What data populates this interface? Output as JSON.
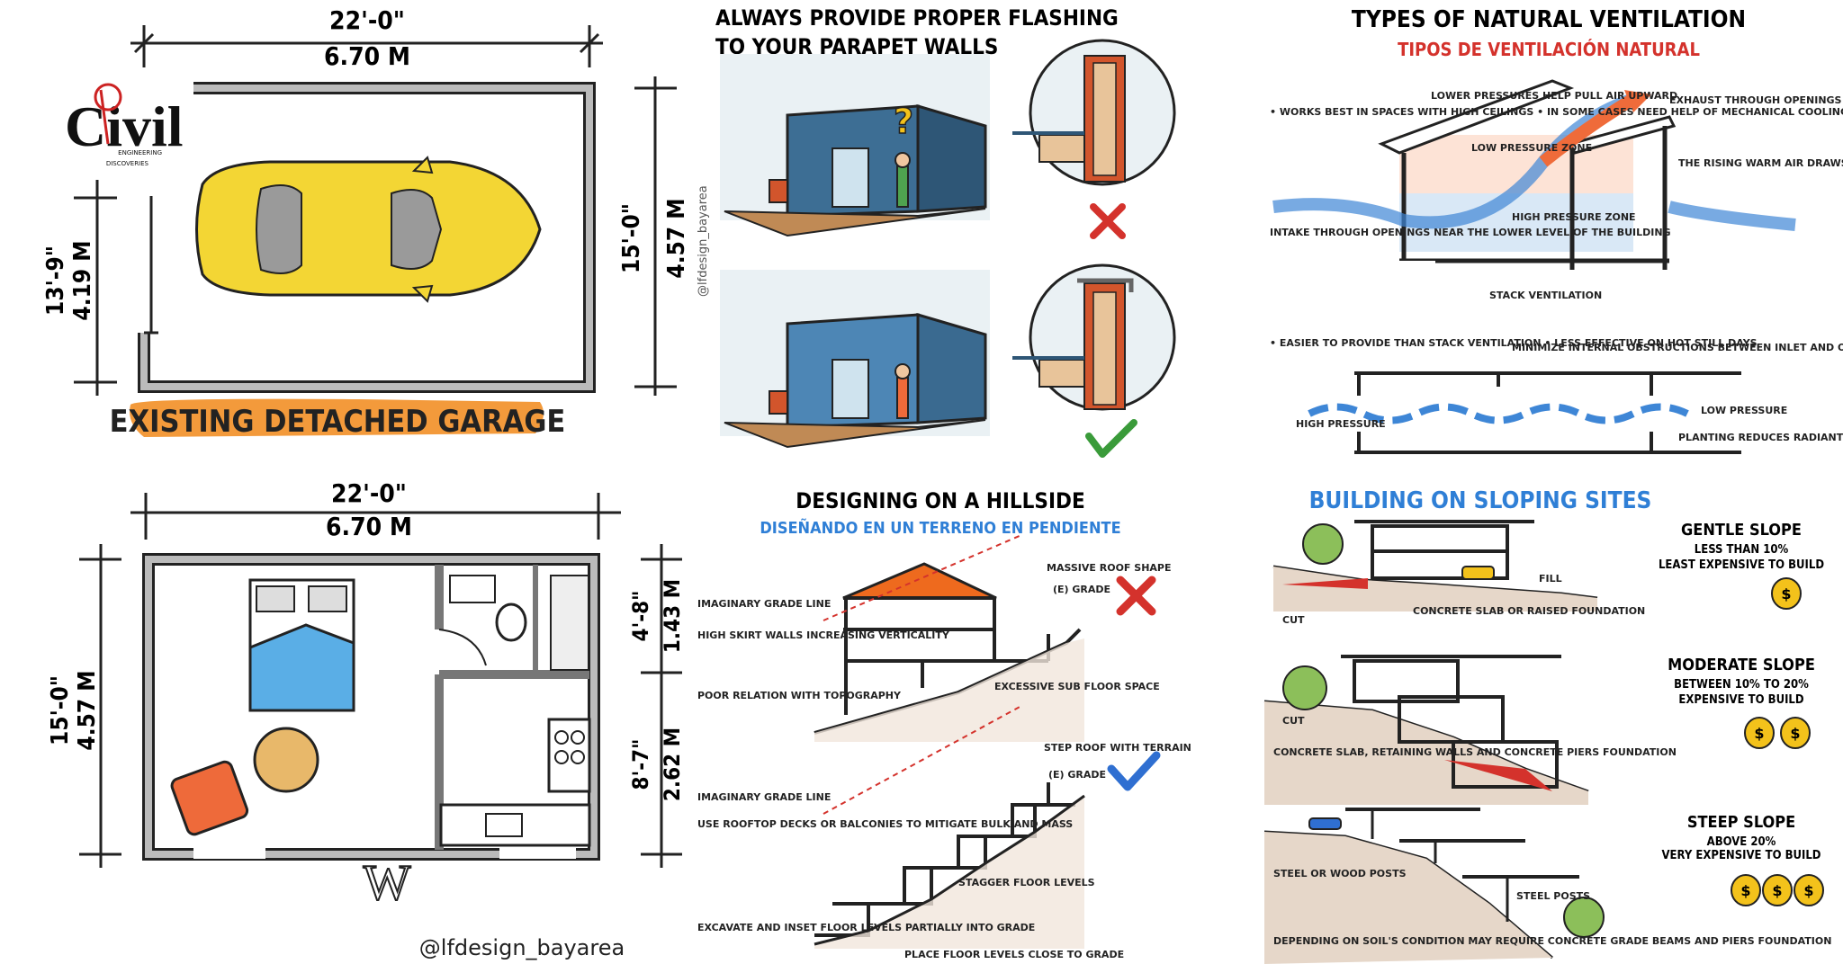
{
  "garage": {
    "top_width_ft": "22'-0\"",
    "top_width_m": "6.70 M",
    "left_height_ft": "13'-9\"",
    "left_height_m": "4.19 M",
    "right_height_ft": "15'-0\"",
    "right_height_m": "4.57 M",
    "title": "EXISTING DETACHED GARAGE",
    "logo_text": "Civil",
    "logo_sub1": "ENGINEERING",
    "logo_sub2": "DISCOVERIES"
  },
  "adu": {
    "top_width_ft": "22'-0\"",
    "top_width_m": "6.70 M",
    "left_height_ft": "15'-0\"",
    "left_height_m": "4.57 M",
    "right_top_ft": "4'-8\"",
    "right_top_m": "1.43 M",
    "right_bottom_ft": "8'-7\"",
    "right_bottom_m": "2.62 M",
    "north_mark": "W",
    "credit": "@lfdesign_bayarea"
  },
  "parapet": {
    "title_line1": "ALWAYS PROVIDE PROPER FLASHING",
    "title_line2": "TO YOUR PARAPET WALLS",
    "credit": "@lfdesign_bayarea",
    "colors": {
      "wall": "#3d6e94",
      "wrong": "#d4322c",
      "right": "#3a9b3a"
    }
  },
  "hillside": {
    "title": "DESIGNING ON A HILLSIDE",
    "subtitle": "DISEÑANDO EN UN TERRENO EN PENDIENTE",
    "bad_labels": {
      "massive_roof": "MASSIVE ROOF SHAPE",
      "e_grade": "(E) GRADE",
      "imaginary": "IMAGINARY GRADE LINE",
      "high_skirt": "HIGH SKIRT WALLS INCREASING VERTICALITY",
      "excessive": "EXCESSIVE SUB FLOOR SPACE",
      "poor_relation": "POOR RELATION WITH TOPOGRAPHY"
    },
    "good_labels": {
      "step_roof": "STEP ROOF WITH TERRAIN",
      "e_grade": "(E) GRADE",
      "imaginary": "IMAGINARY GRADE LINE",
      "rooftop": "USE ROOFTOP DECKS OR BALCONIES TO MITIGATE BULK AND MASS",
      "stagger": "STAGGER FLOOR LEVELS",
      "excavate": "EXCAVATE AND INSET FLOOR LEVELS PARTIALLY INTO GRADE",
      "place_floor": "PLACE FLOOR LEVELS CLOSE TO GRADE"
    },
    "colors": {
      "roof": "#ee6a1e",
      "wrong": "#d4322c",
      "right": "#2f6fd1",
      "dash": "#d4322c"
    }
  },
  "ventilation": {
    "title": "TYPES OF NATURAL VENTILATION",
    "subtitle": "TIPOS DE VENTILACIÓN NATURAL",
    "stack": {
      "bullets": "• WORKS BEST IN SPACES WITH HIGH CEILINGS • IN SOME CASES NEED HELP OF MECHANICAL COOLING SYSTEM",
      "lower_pressures": "LOWER PRESSURES HELP PULL AIR UPWARD",
      "exhaust": "EXHAUST THROUGH OPENINGS NEAR THE UPPER LEVEL OF THE BUILDING",
      "low_zone": "LOW PRESSURE ZONE",
      "rising": "THE RISING WARM AIR DRAWS COLD AIR IN THROUGH WINDOWS AND OTHER OPENINGS",
      "intake": "INTAKE THROUGH OPENINGS NEAR THE LOWER LEVEL OF THE BUILDING",
      "high_zone": "HIGH PRESSURE ZONE",
      "caption": "STACK VENTILATION"
    },
    "cross": {
      "bullets": "• EASIER TO PROVIDE THAN STACK VENTILATION • LESS EFFECTIVE ON HOT STILL DAYS",
      "minimize": "MINIMIZE INTERNAL OBSTRUCTIONS BETWEEN INLET AND OUTLET",
      "high": "HIGH PRESSURE",
      "low": "LOW PRESSURE",
      "planting": "PLANTING REDUCES RADIANT HEAT"
    },
    "colors": {
      "title_sub": "#d4322c",
      "warm": "#ef6b3a",
      "cool": "#3e86d6"
    }
  },
  "sloping": {
    "title": "BUILDING ON SLOPING SITES",
    "gentle": {
      "name": "GENTLE SLOPE",
      "range": "LESS THAN 10%",
      "cost": "LEAST EXPENSIVE TO BUILD",
      "fill": "FILL",
      "cut": "CUT",
      "foundation": "CONCRETE SLAB OR RAISED FOUNDATION"
    },
    "moderate": {
      "name": "MODERATE SLOPE",
      "range": "BETWEEN 10% TO 20%",
      "cost": "EXPENSIVE TO BUILD",
      "cut": "CUT",
      "foundation": "CONCRETE SLAB, RETAINING WALLS AND CONCRETE PIERS FOUNDATION"
    },
    "steep": {
      "name": "STEEP SLOPE",
      "range": "ABOVE 20%",
      "cost": "VERY EXPENSIVE TO BUILD",
      "posts": "STEEL OR WOOD POSTS",
      "steel": "STEEL POSTS",
      "note": "DEPENDING ON SOIL'S CONDITION MAY REQUIRE CONCRETE GRADE BEAMS AND PIERS FOUNDATION"
    },
    "money_symbol": "$",
    "colors": {
      "title": "#2f7fd6",
      "bag": "#f3c21b",
      "cut": "#d4322c"
    }
  }
}
